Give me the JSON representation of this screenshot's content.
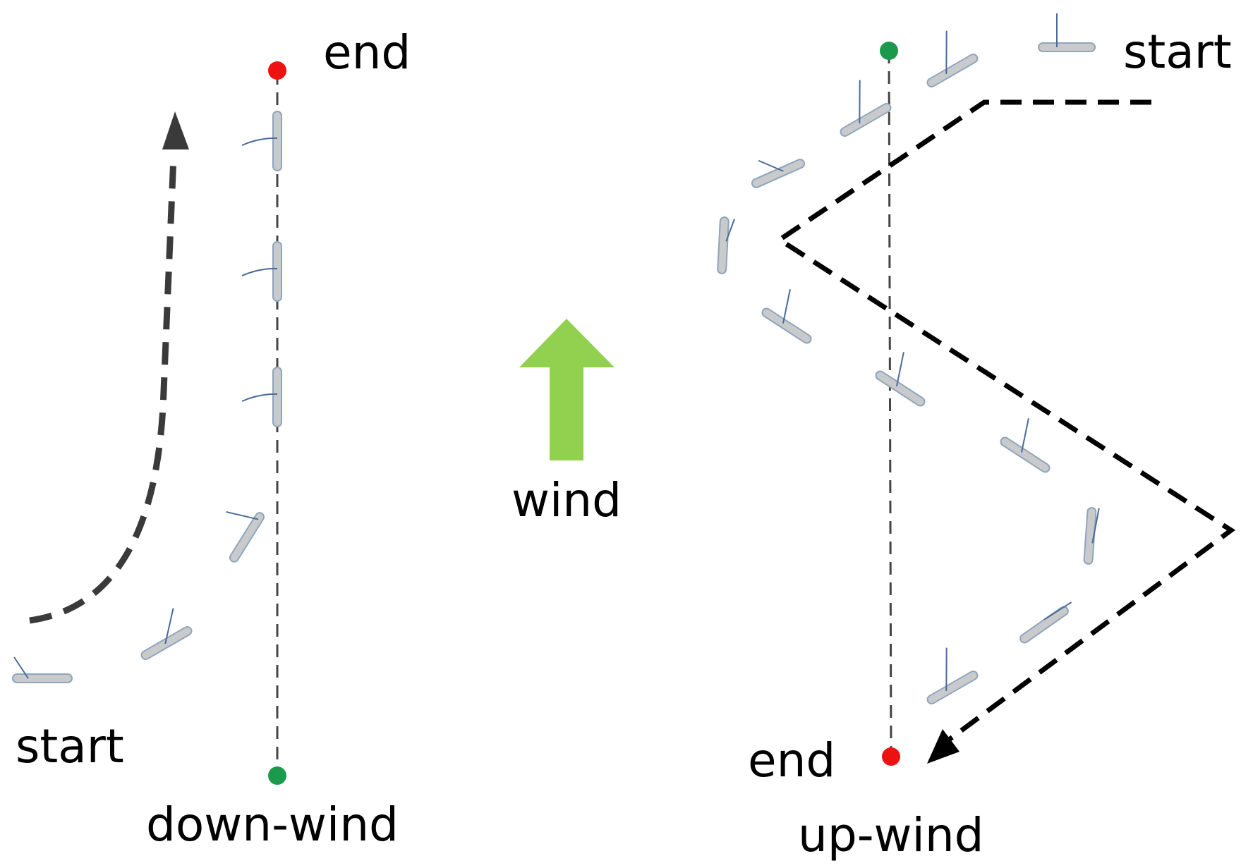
{
  "colors": {
    "start_dot": "#1a9a4a",
    "end_dot": "#ee1111",
    "wind_arrow": "#92d050",
    "boat_fill": "#c8cacc",
    "boat_edge": "#8fa5bd",
    "path_down": "#3a3a3a",
    "path_up": "#000000",
    "course_line": "#444444"
  },
  "wind": {
    "label": "wind",
    "direction": "up"
  },
  "downwind": {
    "caption": "down-wind",
    "start_label": "start",
    "end_label": "end"
  },
  "upwind": {
    "caption": "up-wind",
    "start_label": "start",
    "end_label": "end"
  }
}
